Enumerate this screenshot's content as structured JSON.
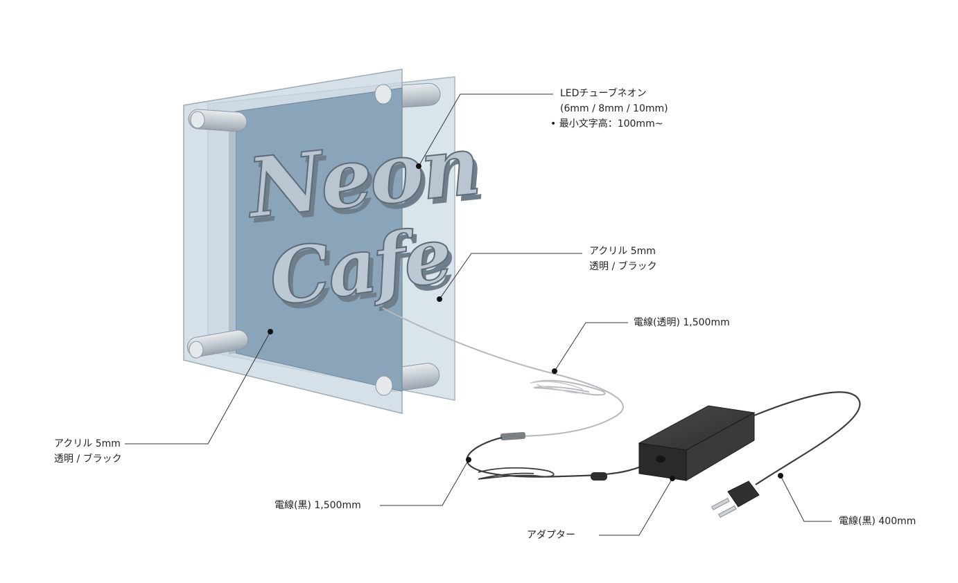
{
  "sign": {
    "line1": "Neon",
    "line2": "Cafe"
  },
  "labels": {
    "led_line1": "LEDチューブネオン",
    "led_line2": "(6mm / 8mm / 10mm)",
    "led_line3": "• 最小文字高：100mm~",
    "acrylic_back_line1": "アクリル 5mm",
    "acrylic_back_line2": "透明 / ブラック",
    "acrylic_front_line1": "アクリル 5mm",
    "acrylic_front_line2": "透明 / ブラック",
    "wire_clear": "電線(透明) 1,500mm",
    "wire_black": "電線(黒) 1,500mm",
    "adapter": "アダプター",
    "wire_black_short": "電線(黒) 400mm"
  },
  "colors": {
    "panel_front": "#c9d6df",
    "panel_back": "#cfdce6",
    "backplate": "#8aa3b8",
    "neon_tube": "#b8c6d2",
    "adapter": "#3a3a3c"
  }
}
